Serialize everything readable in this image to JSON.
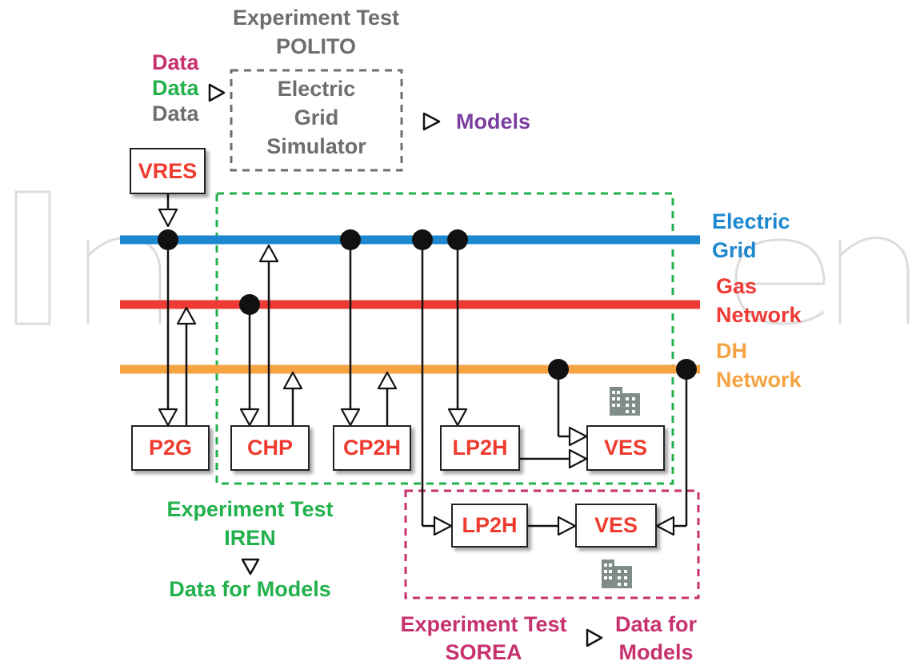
{
  "colors": {
    "electric": "#1d87cf",
    "gas": "#ee3b36",
    "dh": "#f6a344",
    "iren_green": "#22b14c",
    "sorea_pink": "#c6316e",
    "polito_gray": "#6d6e70",
    "models_purple": "#7a3fa0",
    "box_text": "#ef3b2f",
    "watermark": "#d6d6d6"
  },
  "polito": {
    "title_line1": "Experiment Test",
    "title_line2": "POLITO",
    "simulator_line1": "Electric",
    "simulator_line2": "Grid",
    "simulator_line3": "Simulator",
    "data_red": "Data",
    "data_green": "Data",
    "data_gray": "Data",
    "models": "Models"
  },
  "networks": {
    "electric_line1": "Electric",
    "electric_line2": "Grid",
    "gas_line1": "Gas",
    "gas_line2": "Network",
    "dh_line1": "DH",
    "dh_line2": "Network"
  },
  "boxes": {
    "vres": "VRES",
    "p2g": "P2G",
    "chp": "CHP",
    "cp2h": "CP2H",
    "lp2h_iren": "LP2H",
    "ves_iren": "VES",
    "lp2h_sorea": "LP2H",
    "ves_sorea": "VES"
  },
  "iren": {
    "title_line1": "Experiment Test",
    "title_line2": "IREN",
    "data_for_models": "Data for Models"
  },
  "sorea": {
    "title_line1": "Experiment Test",
    "title_line2": "SOREA",
    "data_for_line1": "Data for",
    "data_for_line2": "Models"
  },
  "icons": [
    "open-triangle-arrow-icon",
    "building-icon",
    "junction-dot-icon"
  ]
}
